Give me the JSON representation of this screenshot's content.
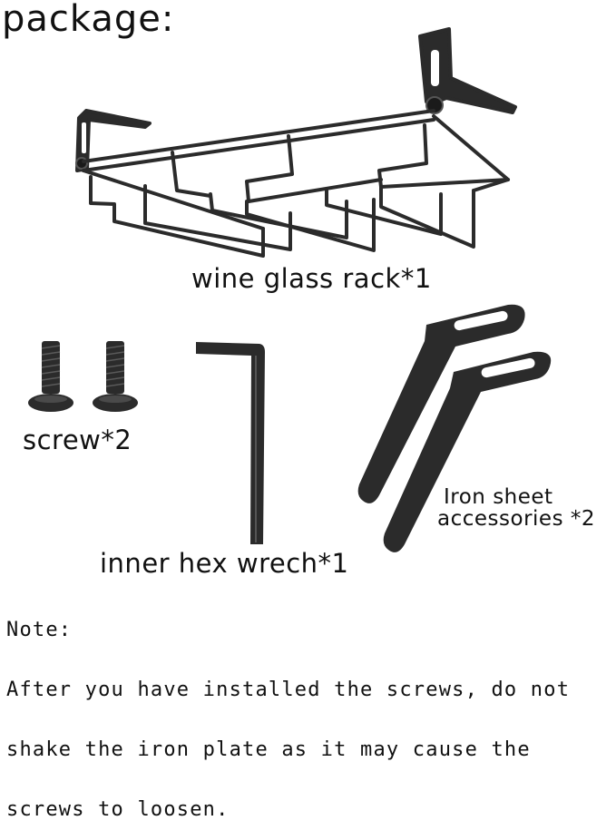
{
  "title": "package:",
  "items": {
    "rack_label": "wine glass rack*1",
    "screw_label": "screw*2",
    "hex_label": "inner hex wrech*1",
    "iron_label_line1": "Iron sheet",
    "iron_label_line2": "accessories *2"
  },
  "note": {
    "heading": "Note:",
    "line1": "After you have installed the screws, do not",
    "line2": "shake the iron plate as it may cause the",
    "line3": "screws to loosen."
  },
  "icons": {
    "rack": "wine-glass-rack-icon",
    "screw": "screw-icon",
    "wrench": "hex-key-icon",
    "bracket": "iron-bracket-icon"
  },
  "colors": {
    "metal": "#2b2b2b",
    "metal_dark": "#1a1a1a",
    "text": "#111111",
    "background": "#ffffff"
  }
}
